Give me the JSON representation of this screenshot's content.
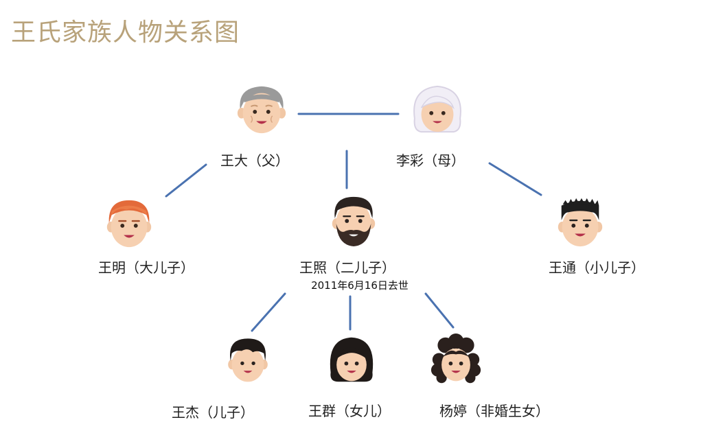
{
  "title": "王氏家族人物关系图",
  "colors": {
    "line": "#4a72b0",
    "title": "#b8a27a"
  },
  "people": {
    "father": {
      "name": "王大（父）"
    },
    "mother": {
      "name": "李彩（母）"
    },
    "son1": {
      "name": "王明（大儿子）"
    },
    "son2": {
      "name": "王照（二儿子）",
      "note": "2011年6月16日去世"
    },
    "son3": {
      "name": "王通（小儿子）"
    },
    "grandson": {
      "name": "王杰（儿子）"
    },
    "granddaughter": {
      "name": "王群（女儿）"
    },
    "illegit": {
      "name": "杨婷（非婚生女）"
    }
  }
}
